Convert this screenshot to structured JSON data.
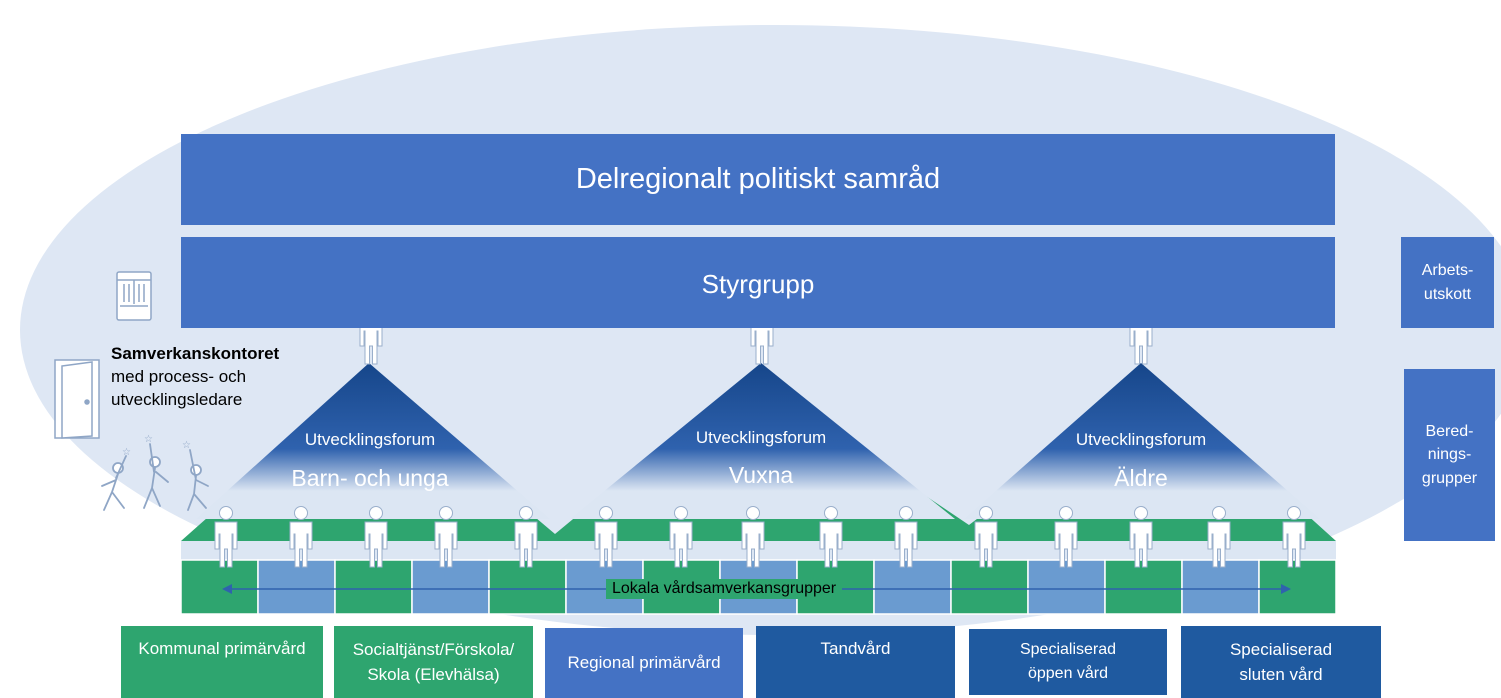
{
  "top_bar": "Delregionalt politiskt samråd",
  "steering_bar": "Styrgrupp",
  "side_boxes": {
    "work_committee": [
      "Arbets-",
      "utskott"
    ],
    "preparation_groups": [
      "Bered-",
      "nings-",
      "grupper"
    ]
  },
  "office": {
    "title": "Samverkanskontoret",
    "lines": [
      "med process- och",
      "utvecklingsledare"
    ]
  },
  "forums": [
    {
      "title": "Utvecklingsforum",
      "name": "Barn- och unga"
    },
    {
      "title": "Utvecklingsforum",
      "name": "Vuxna"
    },
    {
      "title": "Utvecklingsforum",
      "name": "Äldre"
    }
  ],
  "local_groups_label": "Lokala vårdsamverkansgrupper",
  "bottom_boxes": [
    {
      "lines": [
        "Kommunal primärvård"
      ],
      "color": "#2EA56F"
    },
    {
      "lines": [
        "Socialtjänst/Förskola/",
        "Skola (Elevhälsa)"
      ],
      "color": "#2EA56F"
    },
    {
      "lines": [
        "Regional primärvård"
      ],
      "color": "#4472C4"
    },
    {
      "lines": [
        "Tandvård"
      ],
      "color": "#1F5AA0"
    },
    {
      "lines": [
        "Specialiserad",
        "öppen vård"
      ],
      "color": "#1F5AA0"
    },
    {
      "lines": [
        "Specialiserad",
        "sluten vård"
      ],
      "color": "#1F5AA0"
    }
  ],
  "colors": {
    "background_ellipse": "#DEE7F4",
    "bar_blue": "#4472C4",
    "green": "#2EA56F",
    "light_blue_cell": "#6A9BD0",
    "dark_blue": "#1F5AA0",
    "triangle_top": "#1C4C8E"
  },
  "icons": [
    "cabinet-icon",
    "door-icon",
    "celebrating-people-icon",
    "person-icon"
  ]
}
